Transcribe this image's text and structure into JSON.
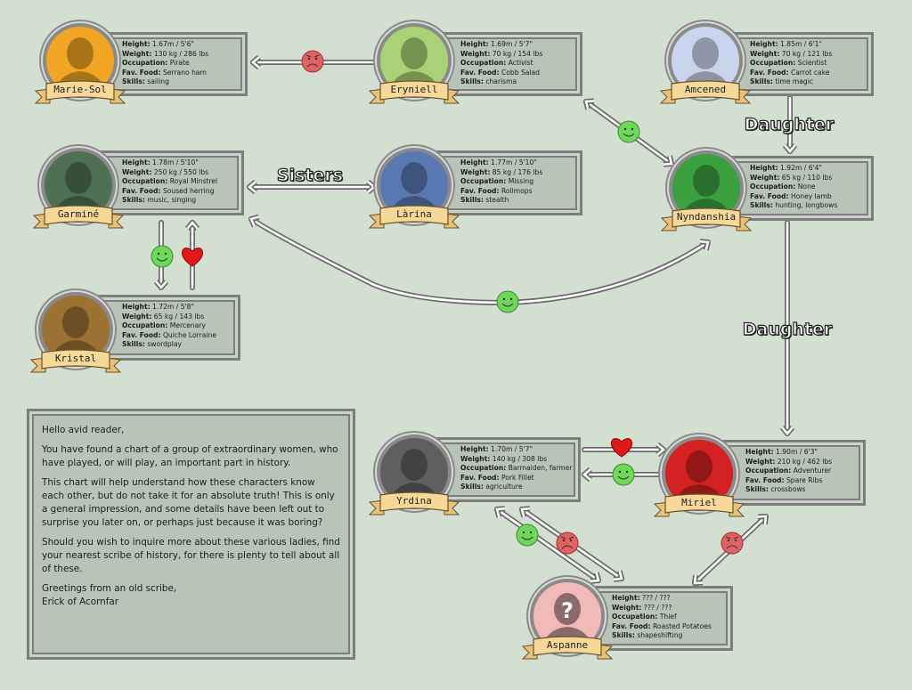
{
  "characters": [
    {
      "name": "Marie-Sol",
      "height": "1.67m / 5'6\"",
      "weight": "130 kg / 286 lbs",
      "occupation": "Pirate",
      "food": "Serrano ham",
      "skills": "sailing",
      "color": "#f0a623"
    },
    {
      "name": "Eryniell",
      "height": "1.69m / 5'7\"",
      "weight": "70 kg / 154 lbs",
      "occupation": "Activist",
      "food": "Cobb Salad",
      "skills": "charisma",
      "color": "#a9d274"
    },
    {
      "name": "Amcened",
      "height": "1.85m / 6'1\"",
      "weight": "70 kg / 121 lbs",
      "occupation": "Scientist",
      "food": "Carrot cake",
      "skills": "time magic",
      "color": "#c9d5ec"
    },
    {
      "name": "Garminé",
      "height": "1.78m / 5'10\"",
      "weight": "250 kg / 550 lbs",
      "occupation": "Royal Minstrel",
      "food": "Soused herring",
      "skills": "music, singing",
      "color": "#4d7152"
    },
    {
      "name": "Làrina",
      "height": "1.77m / 5'10\"",
      "weight": "85 kg / 176 lbs",
      "occupation": "Missing",
      "food": "Rollmops",
      "skills": "stealth",
      "color": "#5a79b2"
    },
    {
      "name": "Nyndanshia",
      "height": "1.92m / 6'4\"",
      "weight": "65 kg / 110 lbs",
      "occupation": "None",
      "food": "Honey lamb",
      "skills": "hunting, longbows",
      "color": "#3ba13f"
    },
    {
      "name": "Kristal",
      "height": "1.72m / 5'8\"",
      "weight": "65 kg / 143 lbs",
      "occupation": "Mercenary",
      "food": "Quiche Lorraine",
      "skills": "swordplay",
      "color": "#9c7234"
    },
    {
      "name": "Yrdina",
      "height": "1.70m / 5'7\"",
      "weight": "140 kg / 308 lbs",
      "occupation": "Barmaiden, farmer",
      "food": "Pork Fillet",
      "skills": "agriculture",
      "color": "#5f5f5f"
    },
    {
      "name": "Miriel",
      "height": "1.90m / 6'3\"",
      "weight": "210 kg / 462 lbs",
      "occupation": "Adventurer",
      "food": "Spare Ribs",
      "skills": "crossbows",
      "color": "#d42222"
    },
    {
      "name": "Aspanne",
      "height": "??? / ???",
      "weight": "??? / ???",
      "occupation": "Thief",
      "food": "Roasted Potatoes",
      "skills": "shapeshifting",
      "color": "#f2b9b9"
    }
  ],
  "field_labels": {
    "height": "Height:",
    "weight": "Weight:",
    "occupation": "Occupation:",
    "food": "Fav. Food:",
    "skills": "Skills:"
  },
  "relation_labels": {
    "sisters": "Sisters",
    "daughter1": "Daughter",
    "daughter2": "Daughter"
  },
  "relation_icons": [
    "angry-face",
    "happy-face",
    "happy-face",
    "heart",
    "happy-face",
    "heart",
    "happy-face",
    "happy-face",
    "angry-face",
    "angry-face"
  ],
  "colors": {
    "happy": "#6fd85a",
    "angry": "#e06262",
    "heart": "#e01818",
    "banner": "#f6d898",
    "background": "#d3dfd1"
  },
  "note": {
    "p1": "Hello avid reader,",
    "p2": "You have found a chart of a group of extraordinary women, who have played, or will play, an important part in history.",
    "p3": "This chart will help understand how these characters know each other, but do not take it for an absolute truth! This is only a general impression, and some details have been left out to surprise you later on, or perhaps just because it was boring?",
    "p4": "Should you wish to inquire more about these various ladies, find your nearest scribe of history, for there is plenty to tell about all of these.",
    "p5": "Greetings from an old scribe,",
    "p6": "Erick of Acornfar"
  }
}
